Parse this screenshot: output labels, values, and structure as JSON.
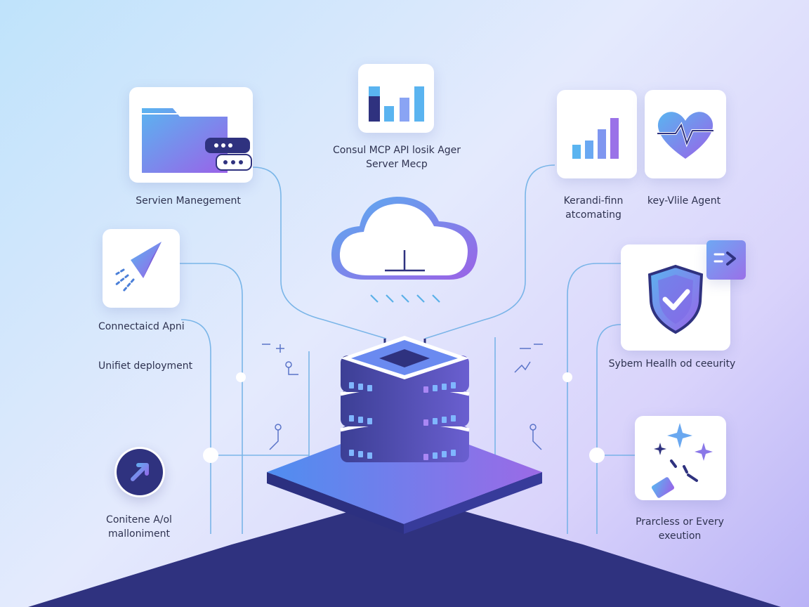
{
  "labels": {
    "service_management": "Servien Manegement",
    "consul_line1": "Consul MCP API losik Ager",
    "consul_line2": "Server Mecp",
    "kerandi_line1": "Kerandi-finn",
    "kerandi_line2": "atcomating",
    "key_value_agent": "key-Vlile Agent",
    "connected_api": "Connectaicd Apni",
    "unified_deployment": "Unifiet deployment",
    "system_health": "Sybem Heallh od ceeurity",
    "container_line1": "Conitene A/ol",
    "container_line2": "malloniment",
    "practice_line1": "Prarcless or Every",
    "practice_line2": "exeution"
  },
  "colors": {
    "accent_blue": "#5aa8ee",
    "accent_purple": "#8d62e6",
    "navy": "#2f327f",
    "connector": "#6fb0e6"
  },
  "icons": {
    "folder": "folder-icon",
    "bar_chart_top": "bar-chart-icon",
    "bar_chart_right": "ascending-bar-chart-icon",
    "heart": "heart-pulse-icon",
    "rocket": "rocket-icon",
    "shield": "shield-check-icon",
    "cloud": "cloud-icon",
    "server": "server-stack-icon",
    "arrow_circle": "arrow-circle-icon",
    "sparkle": "sparkle-icon"
  }
}
